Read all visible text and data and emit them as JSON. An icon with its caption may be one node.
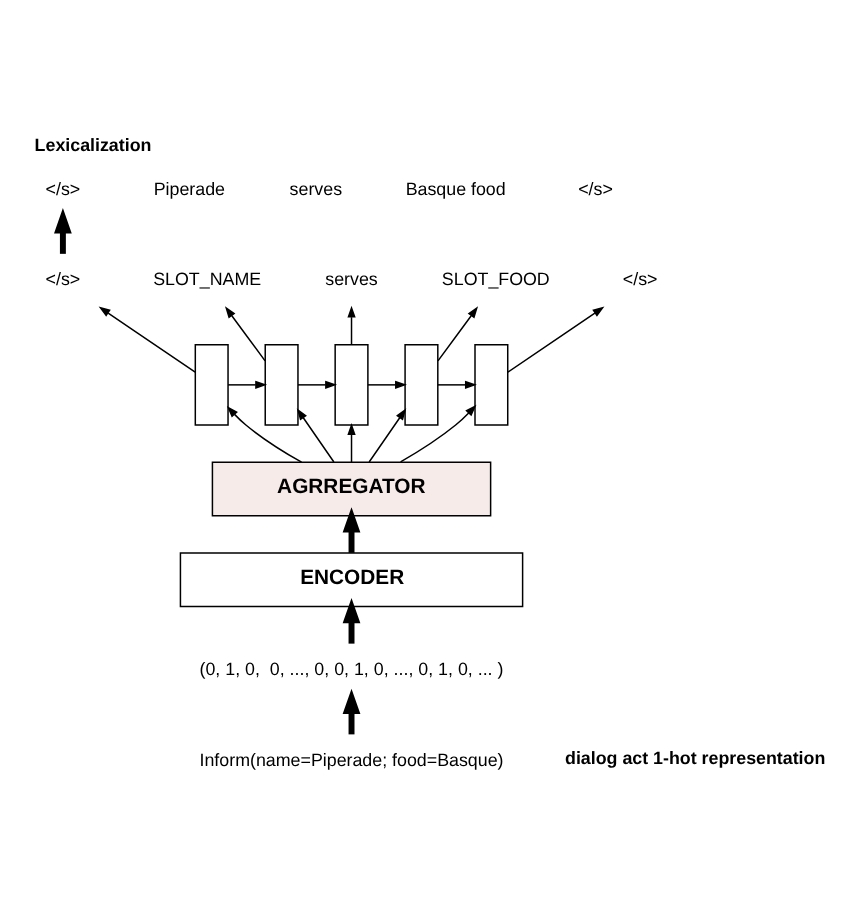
{
  "diagram": {
    "title": "Lexicalization",
    "nodes": [
      {
        "text": [
          "</s>"
        ]
      },
      {
        "text": [
          "Piperade"
        ]
      },
      {
        "text": [
          "serves"
        ]
      },
      {
        "text": [
          "Basque food"
        ]
      },
      {
        "text": [
          "</s>"
        ]
      },
      {
        "text": [
          "</s>"
        ]
      },
      {
        "text": [
          "SLOT_NAME"
        ]
      },
      {
        "text": [
          "serves"
        ]
      },
      {
        "text": [
          "SLOT_FOOD"
        ]
      },
      {
        "text": [
          "</s>"
        ]
      },
      {
        "text": [],
        "shape": "box"
      },
      {
        "text": [],
        "shape": "box"
      },
      {
        "text": [],
        "shape": "box"
      },
      {
        "text": [],
        "shape": "box"
      },
      {
        "text": [],
        "shape": "box"
      },
      {
        "text": [
          "AGRREGATOR"
        ]
      },
      {
        "text": [
          "ENCODER"
        ]
      },
      {
        "text": [
          "(0, 1, 0,  0, ..., 0, 0, 1, 0, ..., 0, 1, 0, ... )"
        ]
      },
      {
        "text": [
          "Inform(name=Piperade; food=Basque)"
        ]
      }
    ],
    "edges": [
      {
        "from": 5,
        "to": 0,
        "arrow": "to",
        "style": "thick"
      },
      {
        "from": 10,
        "to": 5,
        "arrow": "to"
      },
      {
        "from": 11,
        "to": 6,
        "arrow": "to"
      },
      {
        "from": 12,
        "to": 7,
        "arrow": "to"
      },
      {
        "from": 13,
        "to": 8,
        "arrow": "to"
      },
      {
        "from": 14,
        "to": 9,
        "arrow": "to"
      },
      {
        "from": 10,
        "to": 11,
        "arrow": "to"
      },
      {
        "from": 11,
        "to": 12,
        "arrow": "to"
      },
      {
        "from": 12,
        "to": 13,
        "arrow": "to"
      },
      {
        "from": 13,
        "to": 14,
        "arrow": "to"
      },
      {
        "from": 15,
        "to": 10,
        "arrow": "to"
      },
      {
        "from": 15,
        "to": 11,
        "arrow": "to"
      },
      {
        "from": 15,
        "to": 12,
        "arrow": "to"
      },
      {
        "from": 15,
        "to": 13,
        "arrow": "to"
      },
      {
        "from": 15,
        "to": 14,
        "arrow": "to"
      },
      {
        "from": 16,
        "to": 15,
        "arrow": "to",
        "style": "thick"
      },
      {
        "from": 17,
        "to": 16,
        "arrow": "to",
        "style": "thick"
      },
      {
        "from": 18,
        "to": 17,
        "arrow": "to",
        "style": "thick"
      }
    ],
    "labels": [
      "dialog act 1-hot representation"
    ]
  }
}
